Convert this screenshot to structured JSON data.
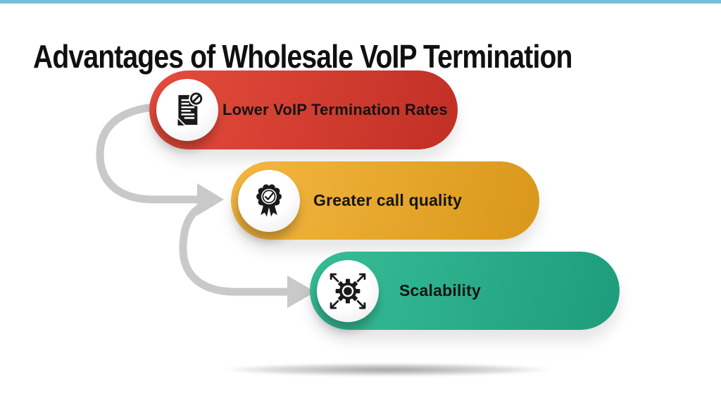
{
  "page": {
    "top_bar_color": "#74c0d8",
    "background": "#ffffff",
    "connector_color": "#c9c9c9",
    "title_color": "#101010",
    "icon_color": "#1a1a1a"
  },
  "header": {
    "title": "Advantages of Wholesale VoIP Termination"
  },
  "advantages": [
    {
      "label": "Lower VoIP Termination Rates",
      "icon": "document-restriction-icon",
      "color_start": "#e14a3a",
      "color_end": "#c33026"
    },
    {
      "label": "Greater call quality",
      "icon": "medal-check-icon",
      "color_start": "#f2b43d",
      "color_end": "#da991c"
    },
    {
      "label": "Scalability",
      "icon": "gear-expand-icon",
      "color_start": "#35ba94",
      "color_end": "#1f9e7d"
    }
  ]
}
